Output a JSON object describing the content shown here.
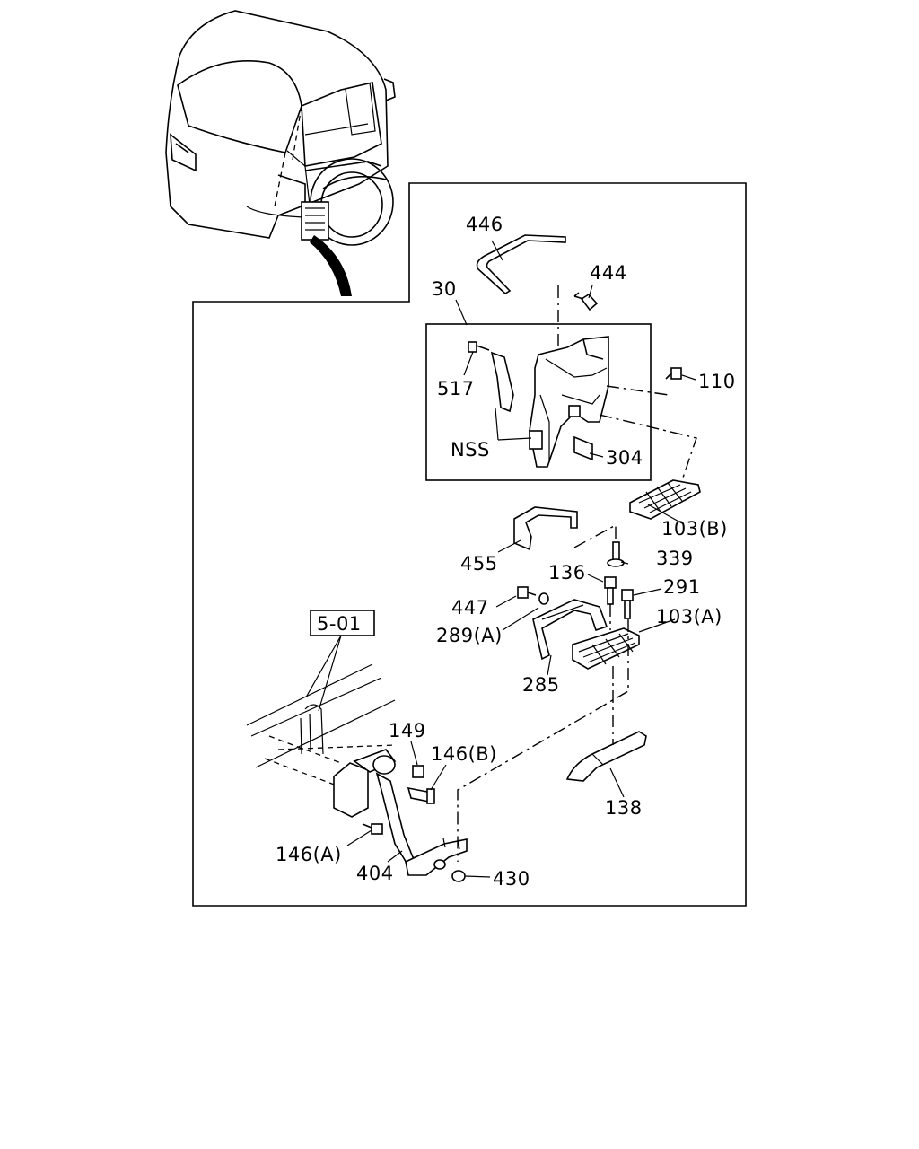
{
  "labels": {
    "p446": "446",
    "p444": "444",
    "p30": "30",
    "p517": "517",
    "p110": "110",
    "nss": "NSS",
    "p304": "304",
    "p103b": "103(B)",
    "p455": "455",
    "p339": "339",
    "p136": "136",
    "p291": "291",
    "p447": "447",
    "p103a": "103(A)",
    "p289a": "289(A)",
    "p285": "285",
    "ref501": "5-01",
    "p149": "149",
    "p146b": "146(B)",
    "p138": "138",
    "p146a": "146(A)",
    "p404": "404",
    "p430": "430"
  }
}
